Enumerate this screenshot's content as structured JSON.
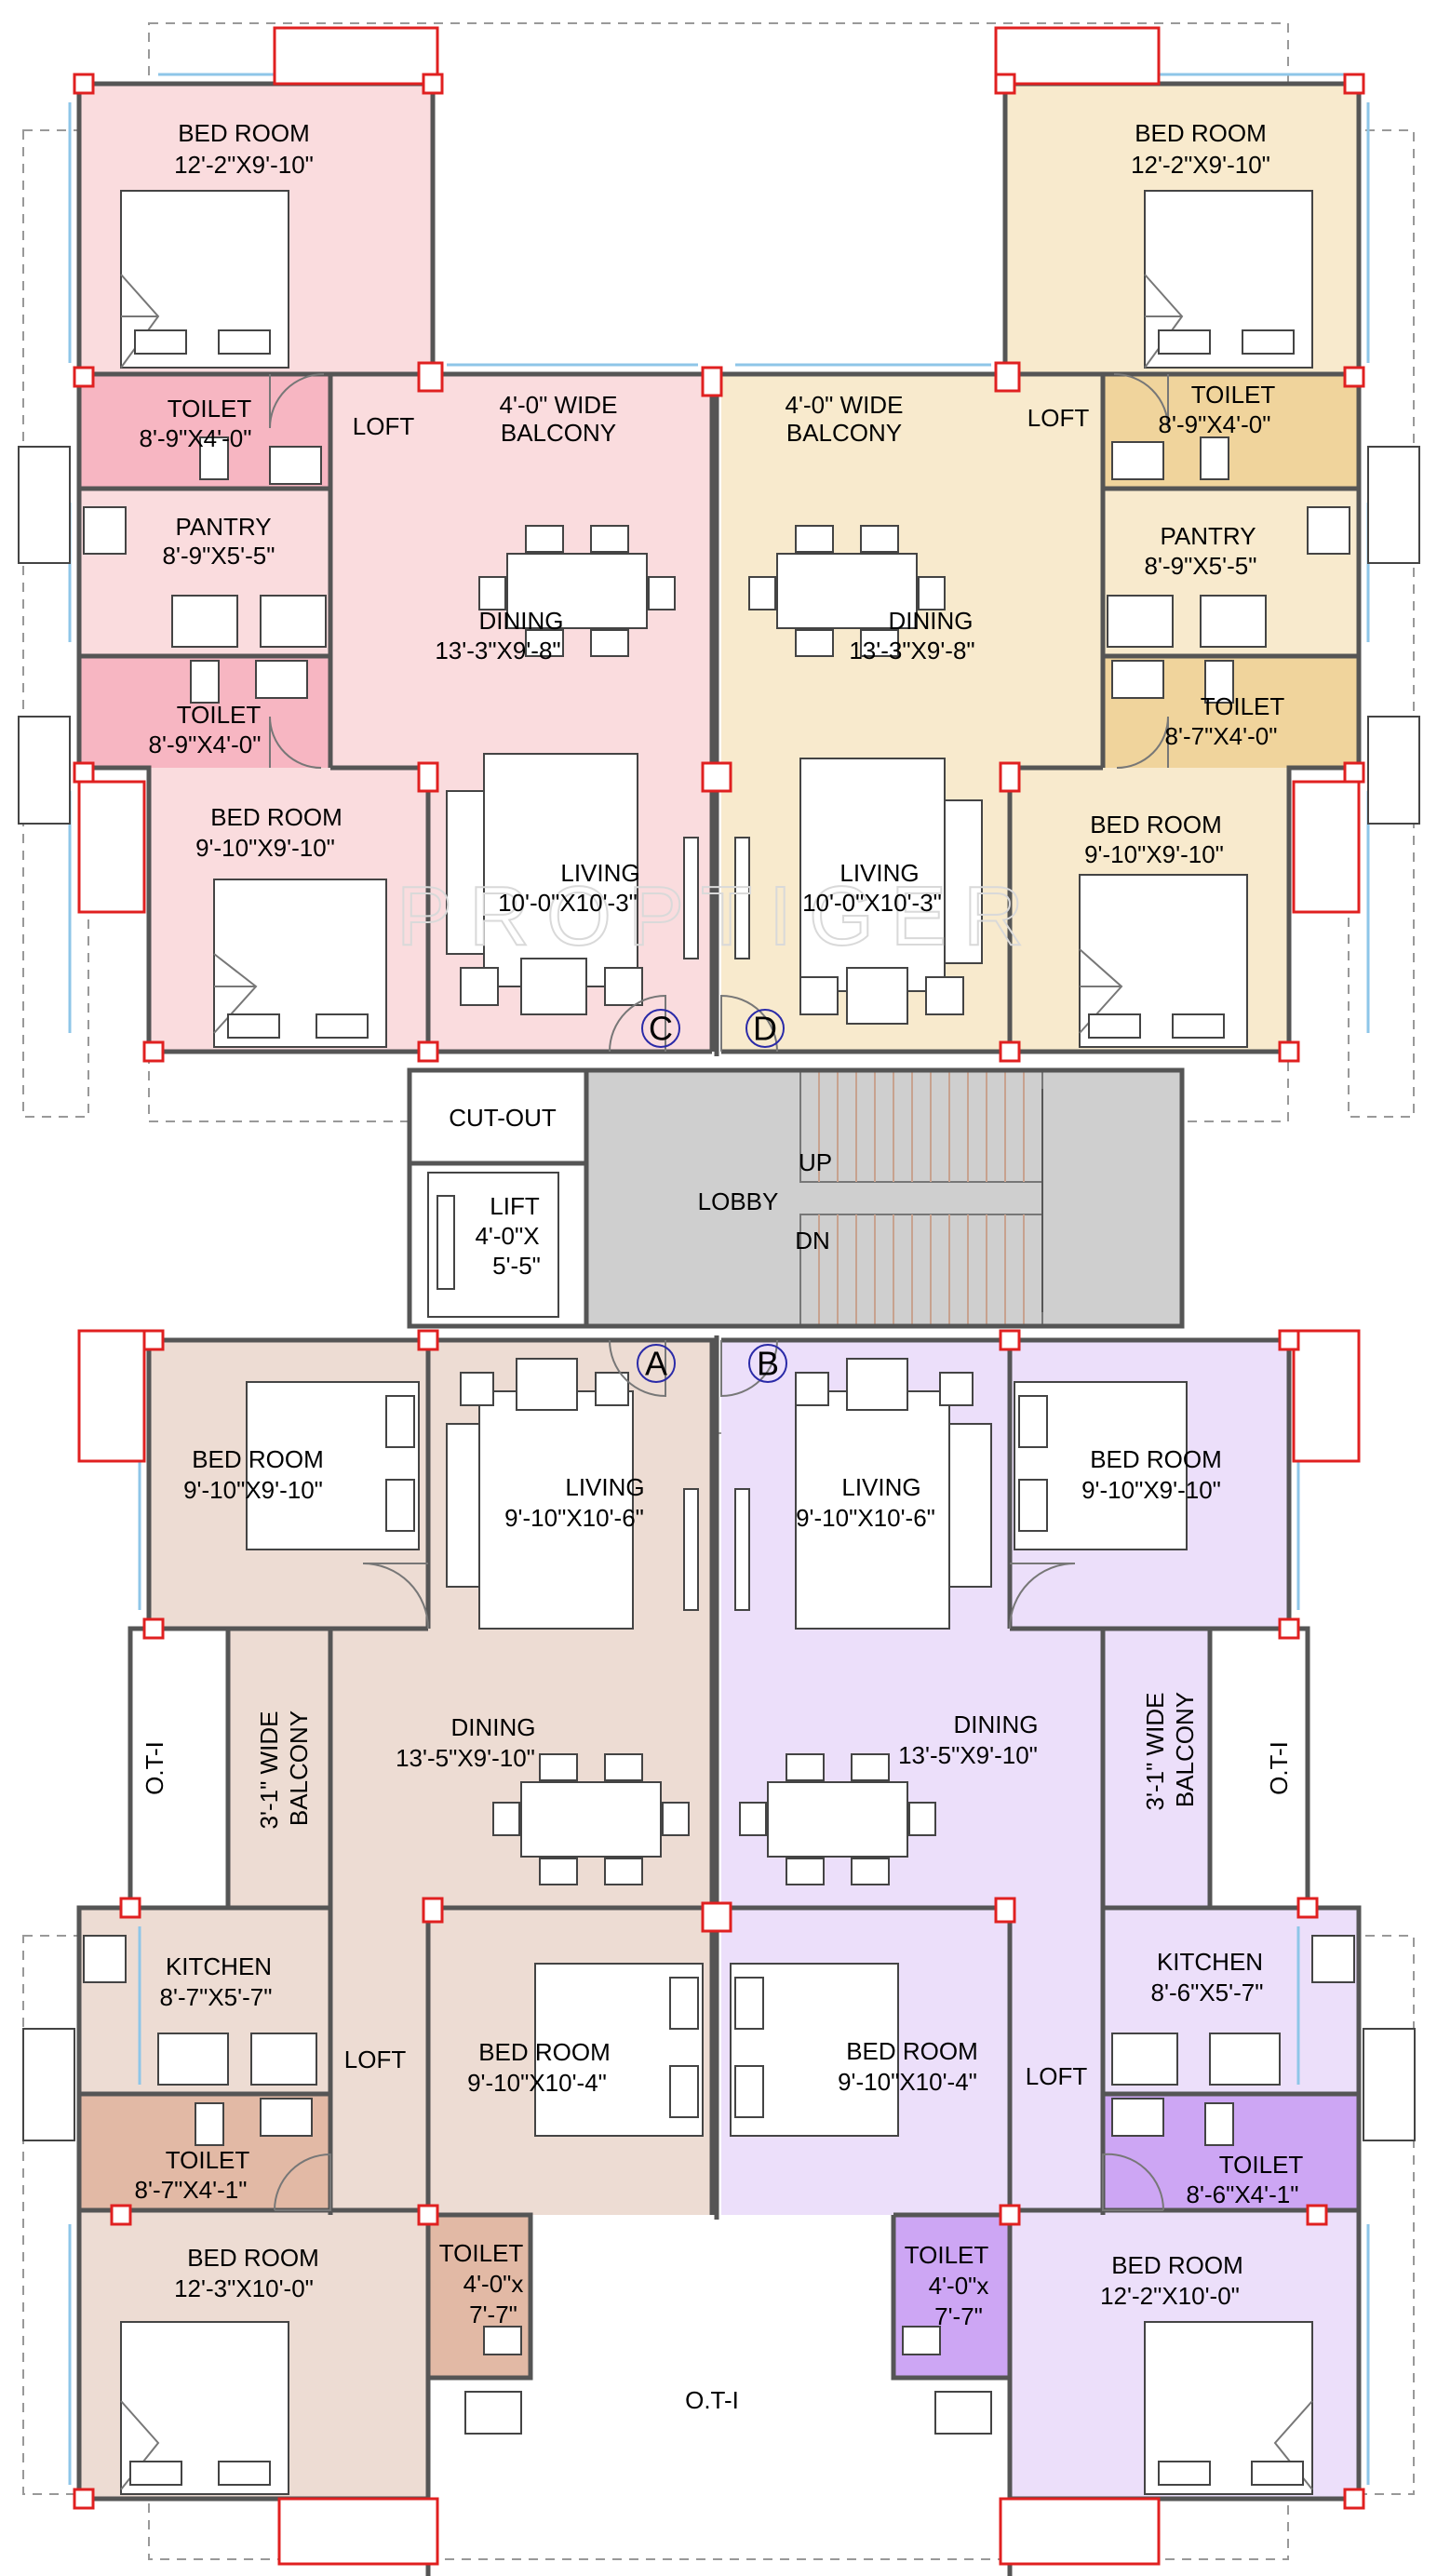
{
  "watermark": "PROPTIGER",
  "colors": {
    "flat_a": "#eddcd3",
    "flat_b": "#ecdffa",
    "flat_c": "#fadcde",
    "flat_d": "#f8eacd",
    "toilet_c": "#f7b6c2",
    "toilet_d": "#f0d49c",
    "toilet_a": "#e2b9a5",
    "toilet_b": "#cda6f4",
    "lobby": "#cfcfcf",
    "column": "#e02020"
  },
  "flats": {
    "C": {
      "bed_room_1": {
        "name": "BED ROOM",
        "size": "12'-2\"X9'-10\""
      },
      "toilet_1": {
        "name": "TOILET",
        "size": "8'-9\"X4'-0\""
      },
      "loft": "LOFT",
      "balcony": {
        "line1": "4'-0\" WIDE",
        "line2": "BALCONY"
      },
      "pantry": {
        "name": "PANTRY",
        "size": "8'-9\"X5'-5\""
      },
      "dining": {
        "name": "DINING",
        "size": "13'-3\"X9'-8\""
      },
      "toilet_2": {
        "name": "TOILET",
        "size": "8'-9\"X4'-0\""
      },
      "bed_room_2": {
        "name": "BED ROOM",
        "size": "9'-10\"X9'-10\""
      },
      "living": {
        "name": "LIVING",
        "size": "10'-0\"X10'-3\""
      },
      "marker": "C"
    },
    "D": {
      "bed_room_1": {
        "name": "BED ROOM",
        "size": "12'-2\"X9'-10\""
      },
      "toilet_1": {
        "name": "TOILET",
        "size": "8'-9\"X4'-0\""
      },
      "loft": "LOFT",
      "balcony": {
        "line1": "4'-0\" WIDE",
        "line2": "BALCONY"
      },
      "pantry": {
        "name": "PANTRY",
        "size": "8'-9\"X5'-5\""
      },
      "dining": {
        "name": "DINING",
        "size": "13'-3\"X9'-8\""
      },
      "toilet_2": {
        "name": "TOILET",
        "size": "8'-7\"X4'-0\""
      },
      "bed_room_2": {
        "name": "BED ROOM",
        "size": "9'-10\"X9'-10\""
      },
      "living": {
        "name": "LIVING",
        "size": "10'-0\"X10'-3\""
      },
      "marker": "D"
    },
    "A": {
      "bed_room_1": {
        "name": "BED ROOM",
        "size": "9'-10\"X9'-10\""
      },
      "living": {
        "name": "LIVING",
        "size": "9'-10\"X10'-6\""
      },
      "oti": "O.T-I",
      "balcony": {
        "line1": "3'-1\" WIDE",
        "line2": "BALCONY"
      },
      "dining": {
        "name": "DINING",
        "size": "13'-5\"X9'-10\""
      },
      "kitchen": {
        "name": "KITCHEN",
        "size": "8'-7\"X5'-7\""
      },
      "loft": "LOFT",
      "bed_room_2": {
        "name": "BED ROOM",
        "size": "9'-10\"X10'-4\""
      },
      "toilet_1": {
        "name": "TOILET",
        "size": "8'-7\"X4'-1\""
      },
      "bed_room_3": {
        "name": "BED ROOM",
        "size": "12'-3\"X10'-0\""
      },
      "toilet_2": {
        "name": "TOILET",
        "line2": "4'-0\"x",
        "line3": "7'-7\""
      },
      "marker": "A"
    },
    "B": {
      "bed_room_1": {
        "name": "BED ROOM",
        "size": "9'-10\"X9'-10\""
      },
      "living": {
        "name": "LIVING",
        "size": "9'-10\"X10'-6\""
      },
      "oti": "O.T-I",
      "balcony": {
        "line1": "3'-1\" WIDE",
        "line2": "BALCONY"
      },
      "dining": {
        "name": "DINING",
        "size": "13'-5\"X9'-10\""
      },
      "kitchen": {
        "name": "KITCHEN",
        "size": "8'-6\"X5'-7\""
      },
      "loft": "LOFT",
      "bed_room_2": {
        "name": "BED ROOM",
        "size": "9'-10\"X10'-4\""
      },
      "toilet_1": {
        "name": "TOILET",
        "size": "8'-6\"X4'-1\""
      },
      "bed_room_3": {
        "name": "BED ROOM",
        "size": "12'-2\"X10'-0\""
      },
      "toilet_2": {
        "name": "TOILET",
        "line2": "4'-0\"x",
        "line3": "7'-7\""
      },
      "marker": "B"
    }
  },
  "core": {
    "cut_out": "CUT-OUT",
    "lift": {
      "line1": "LIFT",
      "line2": "4'-0\"X",
      "line3": "5'-5\""
    },
    "lobby": "LOBBY",
    "up": "UP",
    "dn": "DN",
    "oti_bottom": "O.T-I"
  }
}
